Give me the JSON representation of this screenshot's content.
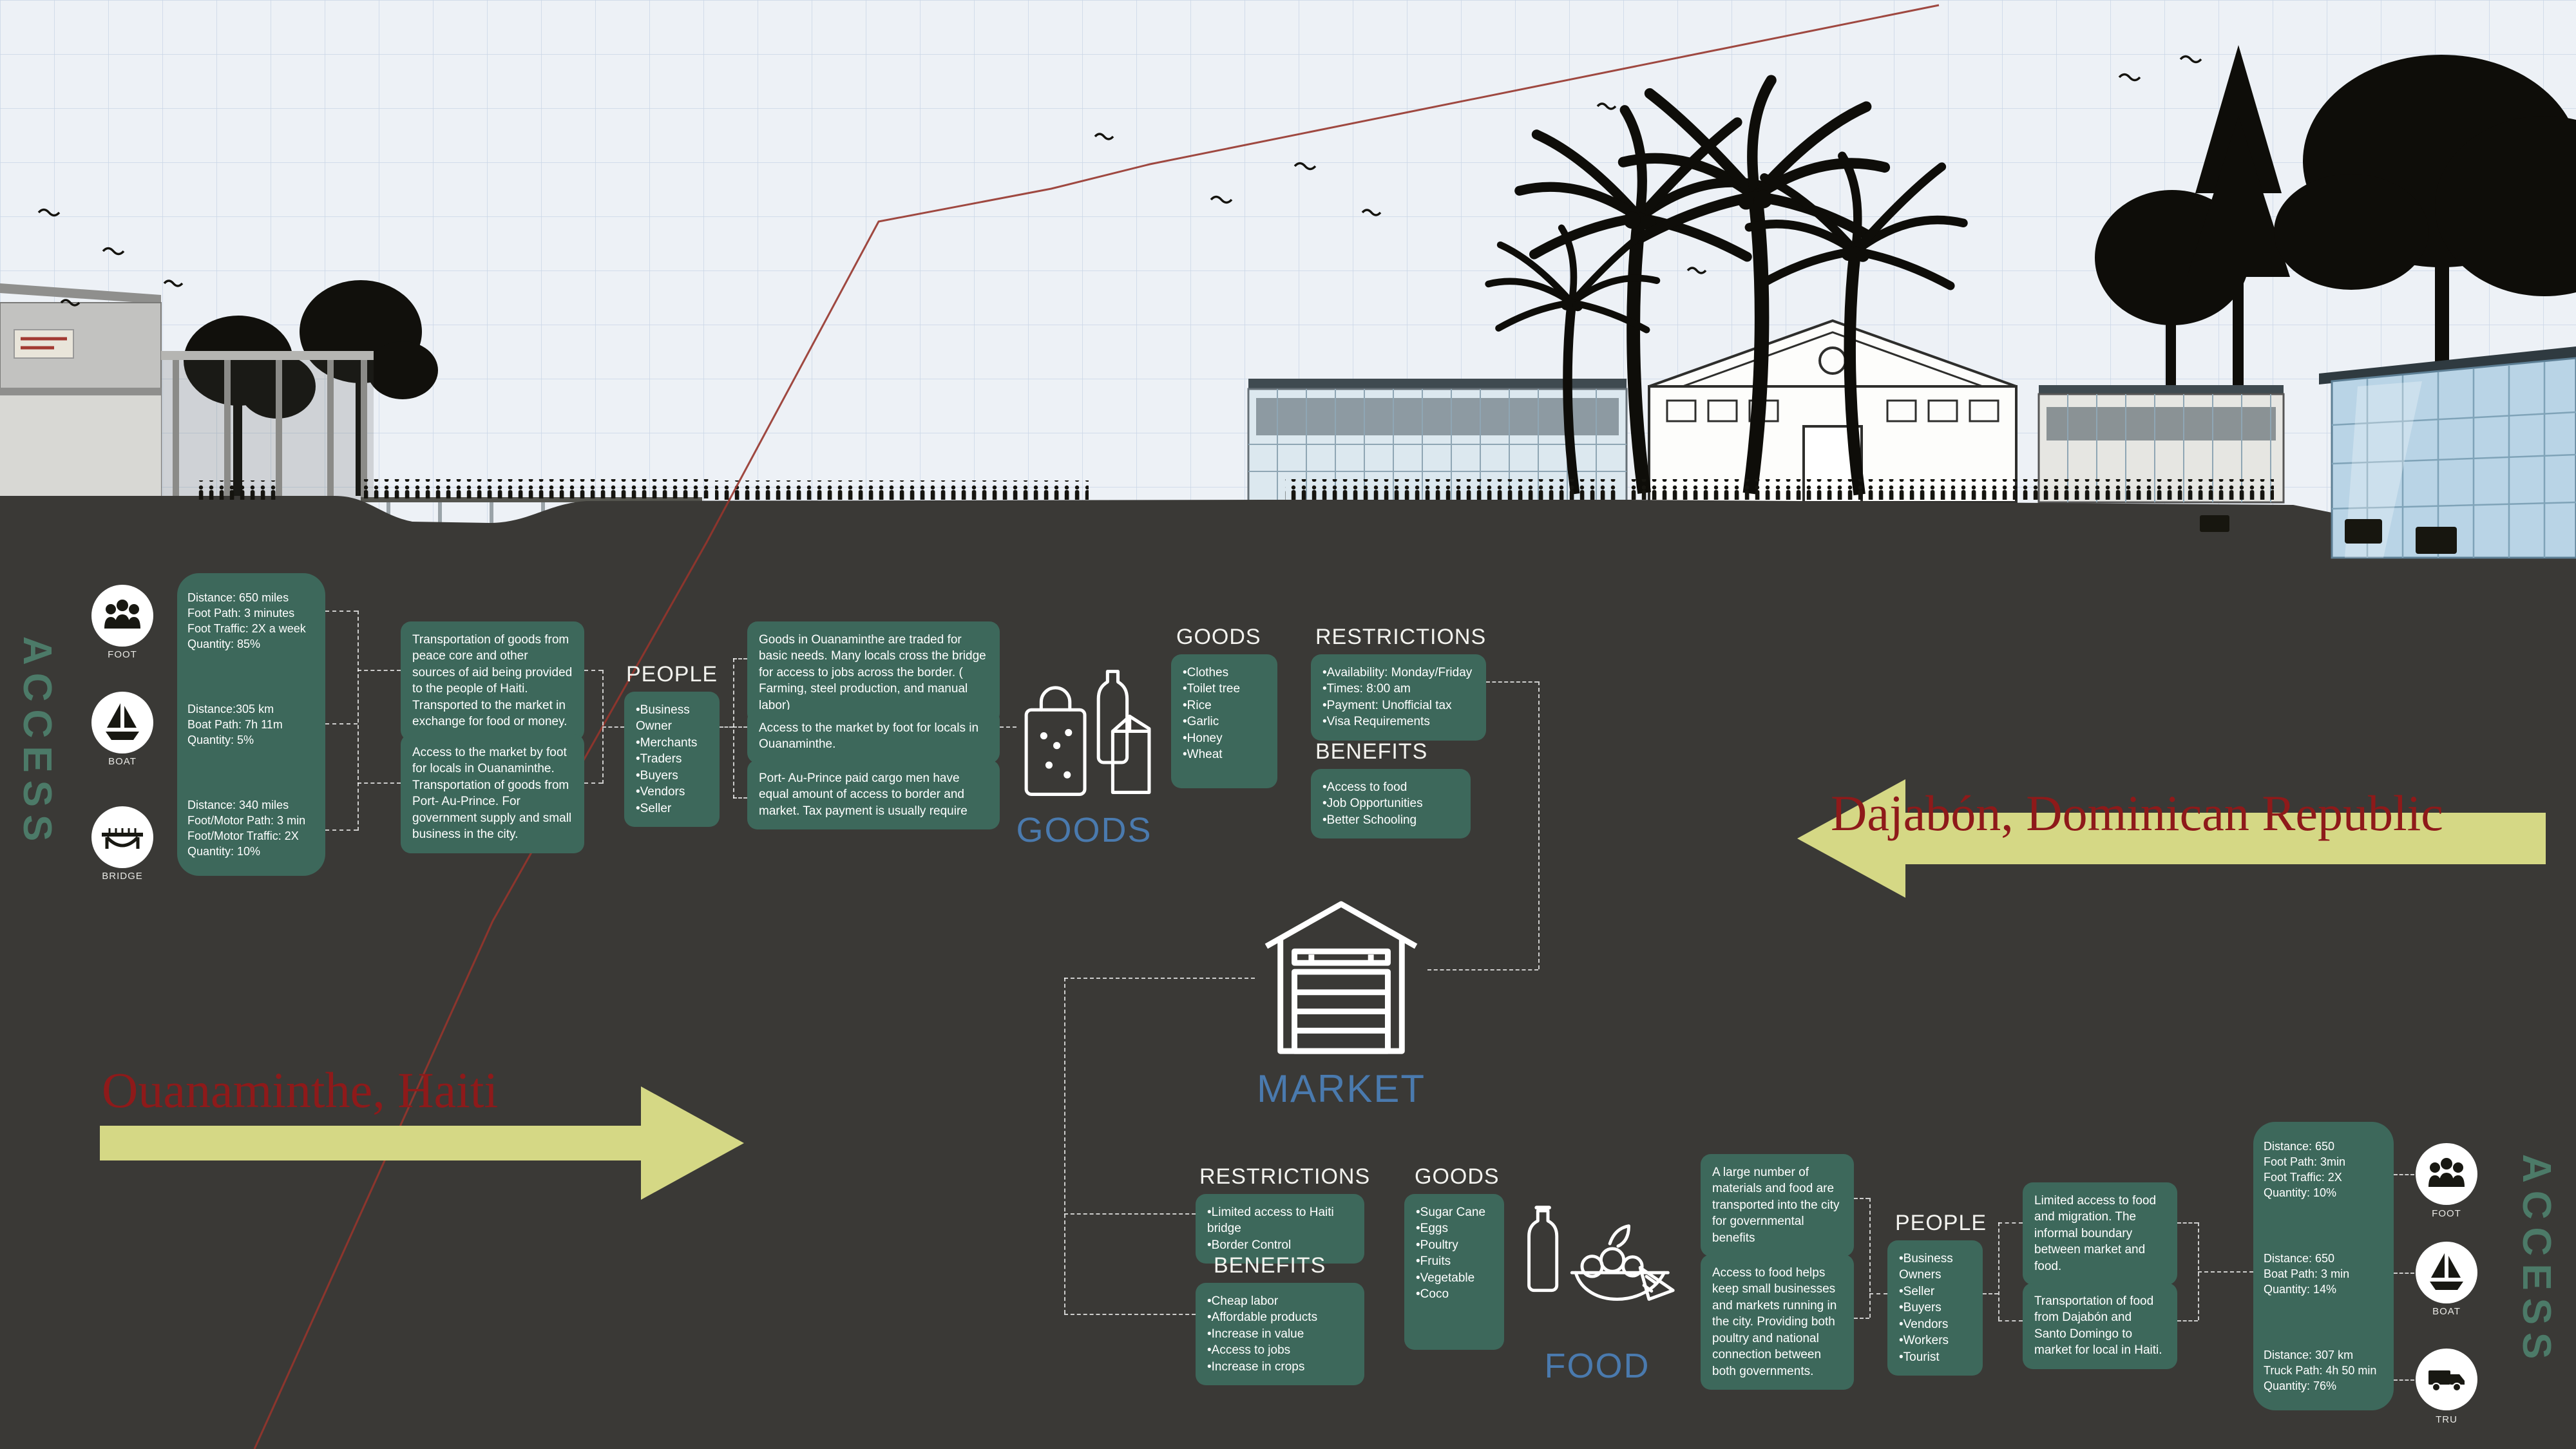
{
  "colors": {
    "bg": "#3a3936",
    "teal": "#3d685b",
    "tealtext": "#4c7a68",
    "blue": "#4a7aae",
    "red": "#8e1a1a",
    "arrow": "#d5d885",
    "sky": "#edf1f6",
    "grid": "#c9d6e6"
  },
  "left_access": {
    "title": "ACCESS",
    "modes": [
      {
        "icon": "people-icon",
        "label": "FOOT",
        "stats": [
          "Distance: 650 miles",
          "Foot Path: 3 minutes",
          "Foot Traffic: 2X a week",
          "Quantity: 85%"
        ]
      },
      {
        "icon": "sailboat-icon",
        "label": "BOAT",
        "stats": [
          "Distance:305 km",
          "Boat Path: 7h 11m",
          "Quantity: 5%"
        ]
      },
      {
        "icon": "bridge-icon",
        "label": "BRIDGE",
        "stats": [
          "Distance: 340 miles",
          "Foot/Motor Path: 3 min",
          "Foot/Motor Traffic: 2X",
          "Quantity: 10%"
        ]
      }
    ]
  },
  "haiti_side": {
    "city": "Ouanaminthe, Haiti",
    "note_aid": "Transportation of goods from peace core and other sources of aid being provided to the people of Haiti. Transported to the market in exchange for food or money.",
    "note_access": "Access to the market by foot for locals in Ouanaminthe. Transportation of goods from Port- Au-Prince. For government supply and small business in the city.",
    "people": {
      "title": "PEOPLE",
      "items": [
        "•Business Owner",
        "•Merchants",
        "•Traders",
        "•Buyers",
        "•Vendors",
        "•Seller"
      ]
    },
    "note_goods_traded": "Goods in Ouanaminthe are traded for basic needs. Many locals cross the bridge for access to jobs across the border. ( Farming, steel production, and manual labor)",
    "note_market_foot": "Access to the market by foot for locals in Ouanaminthe.",
    "note_cargo": "Port- Au-Prince paid cargo men have equal amount of access to border and market. Tax payment is usually require",
    "goods_icon_label": "GOODS",
    "goods": {
      "title": "GOODS",
      "items": [
        "•Clothes",
        "•Toilet tree",
        "•Rice",
        "•Garlic",
        "•Honey",
        "•Wheat"
      ]
    },
    "restrictions": {
      "title": "RESTRICTIONS",
      "items": [
        "•Availability: Monday/Friday",
        "•Times: 8:00 am",
        "•Payment: Unofficial tax",
        "•Visa Requirements"
      ]
    },
    "benefits": {
      "title": "BENEFITS",
      "items": [
        "•Access to food",
        "•Job Opportunities",
        "•Better Schooling"
      ]
    }
  },
  "market": {
    "label": "MARKET"
  },
  "dr_side": {
    "city": "Dajabón, Dominican Republic",
    "restrictions": {
      "title": "RESTRICTIONS",
      "items": [
        "•Limited access to Haiti bridge",
        "•Border Control"
      ]
    },
    "benefits": {
      "title": "BENEFITS",
      "items": [
        "•Cheap labor",
        "•Affordable products",
        "•Increase in value",
        "•Access to jobs",
        "•Increase in crops"
      ]
    },
    "goods": {
      "title": "GOODS",
      "items": [
        "•Sugar Cane",
        "•Eggs",
        "•Poultry",
        "•Fruits",
        "•Vegetable",
        "•Coco"
      ]
    },
    "food_icon_label": "FOOD",
    "note_materials": "A large number of materials and food are transported into the city for governmental benefits",
    "note_food_access": "Access to food helps keep small businesses and markets running in the city. Providing both poultry and national connection between both governments.",
    "people": {
      "title": "PEOPLE",
      "items": [
        "•Business Owners",
        "•Seller",
        "•Buyers",
        "•Vendors",
        "•Workers",
        "•Tourist"
      ]
    },
    "note_limited": "Limited access to food and migration. The informal boundary between market and food.",
    "note_transport": "Transportation of food from Dajabón and Santo Domingo to market for local in Haiti."
  },
  "right_access": {
    "title": "ACCESS",
    "modes": [
      {
        "icon": "people-icon",
        "label": "FOOT",
        "stats": [
          "Distance: 650",
          "Foot Path: 3min",
          "Foot Traffic: 2X",
          "Quantity: 10%"
        ]
      },
      {
        "icon": "sailboat-icon",
        "label": "BOAT",
        "stats": [
          "Distance: 650",
          "Boat Path: 3 min",
          "Quantity: 14%"
        ]
      },
      {
        "icon": "truck-icon",
        "label": "TRU",
        "stats": [
          "Distance: 307 km",
          "Truck Path: 4h 50 min",
          "Quantity: 76%"
        ]
      }
    ]
  }
}
